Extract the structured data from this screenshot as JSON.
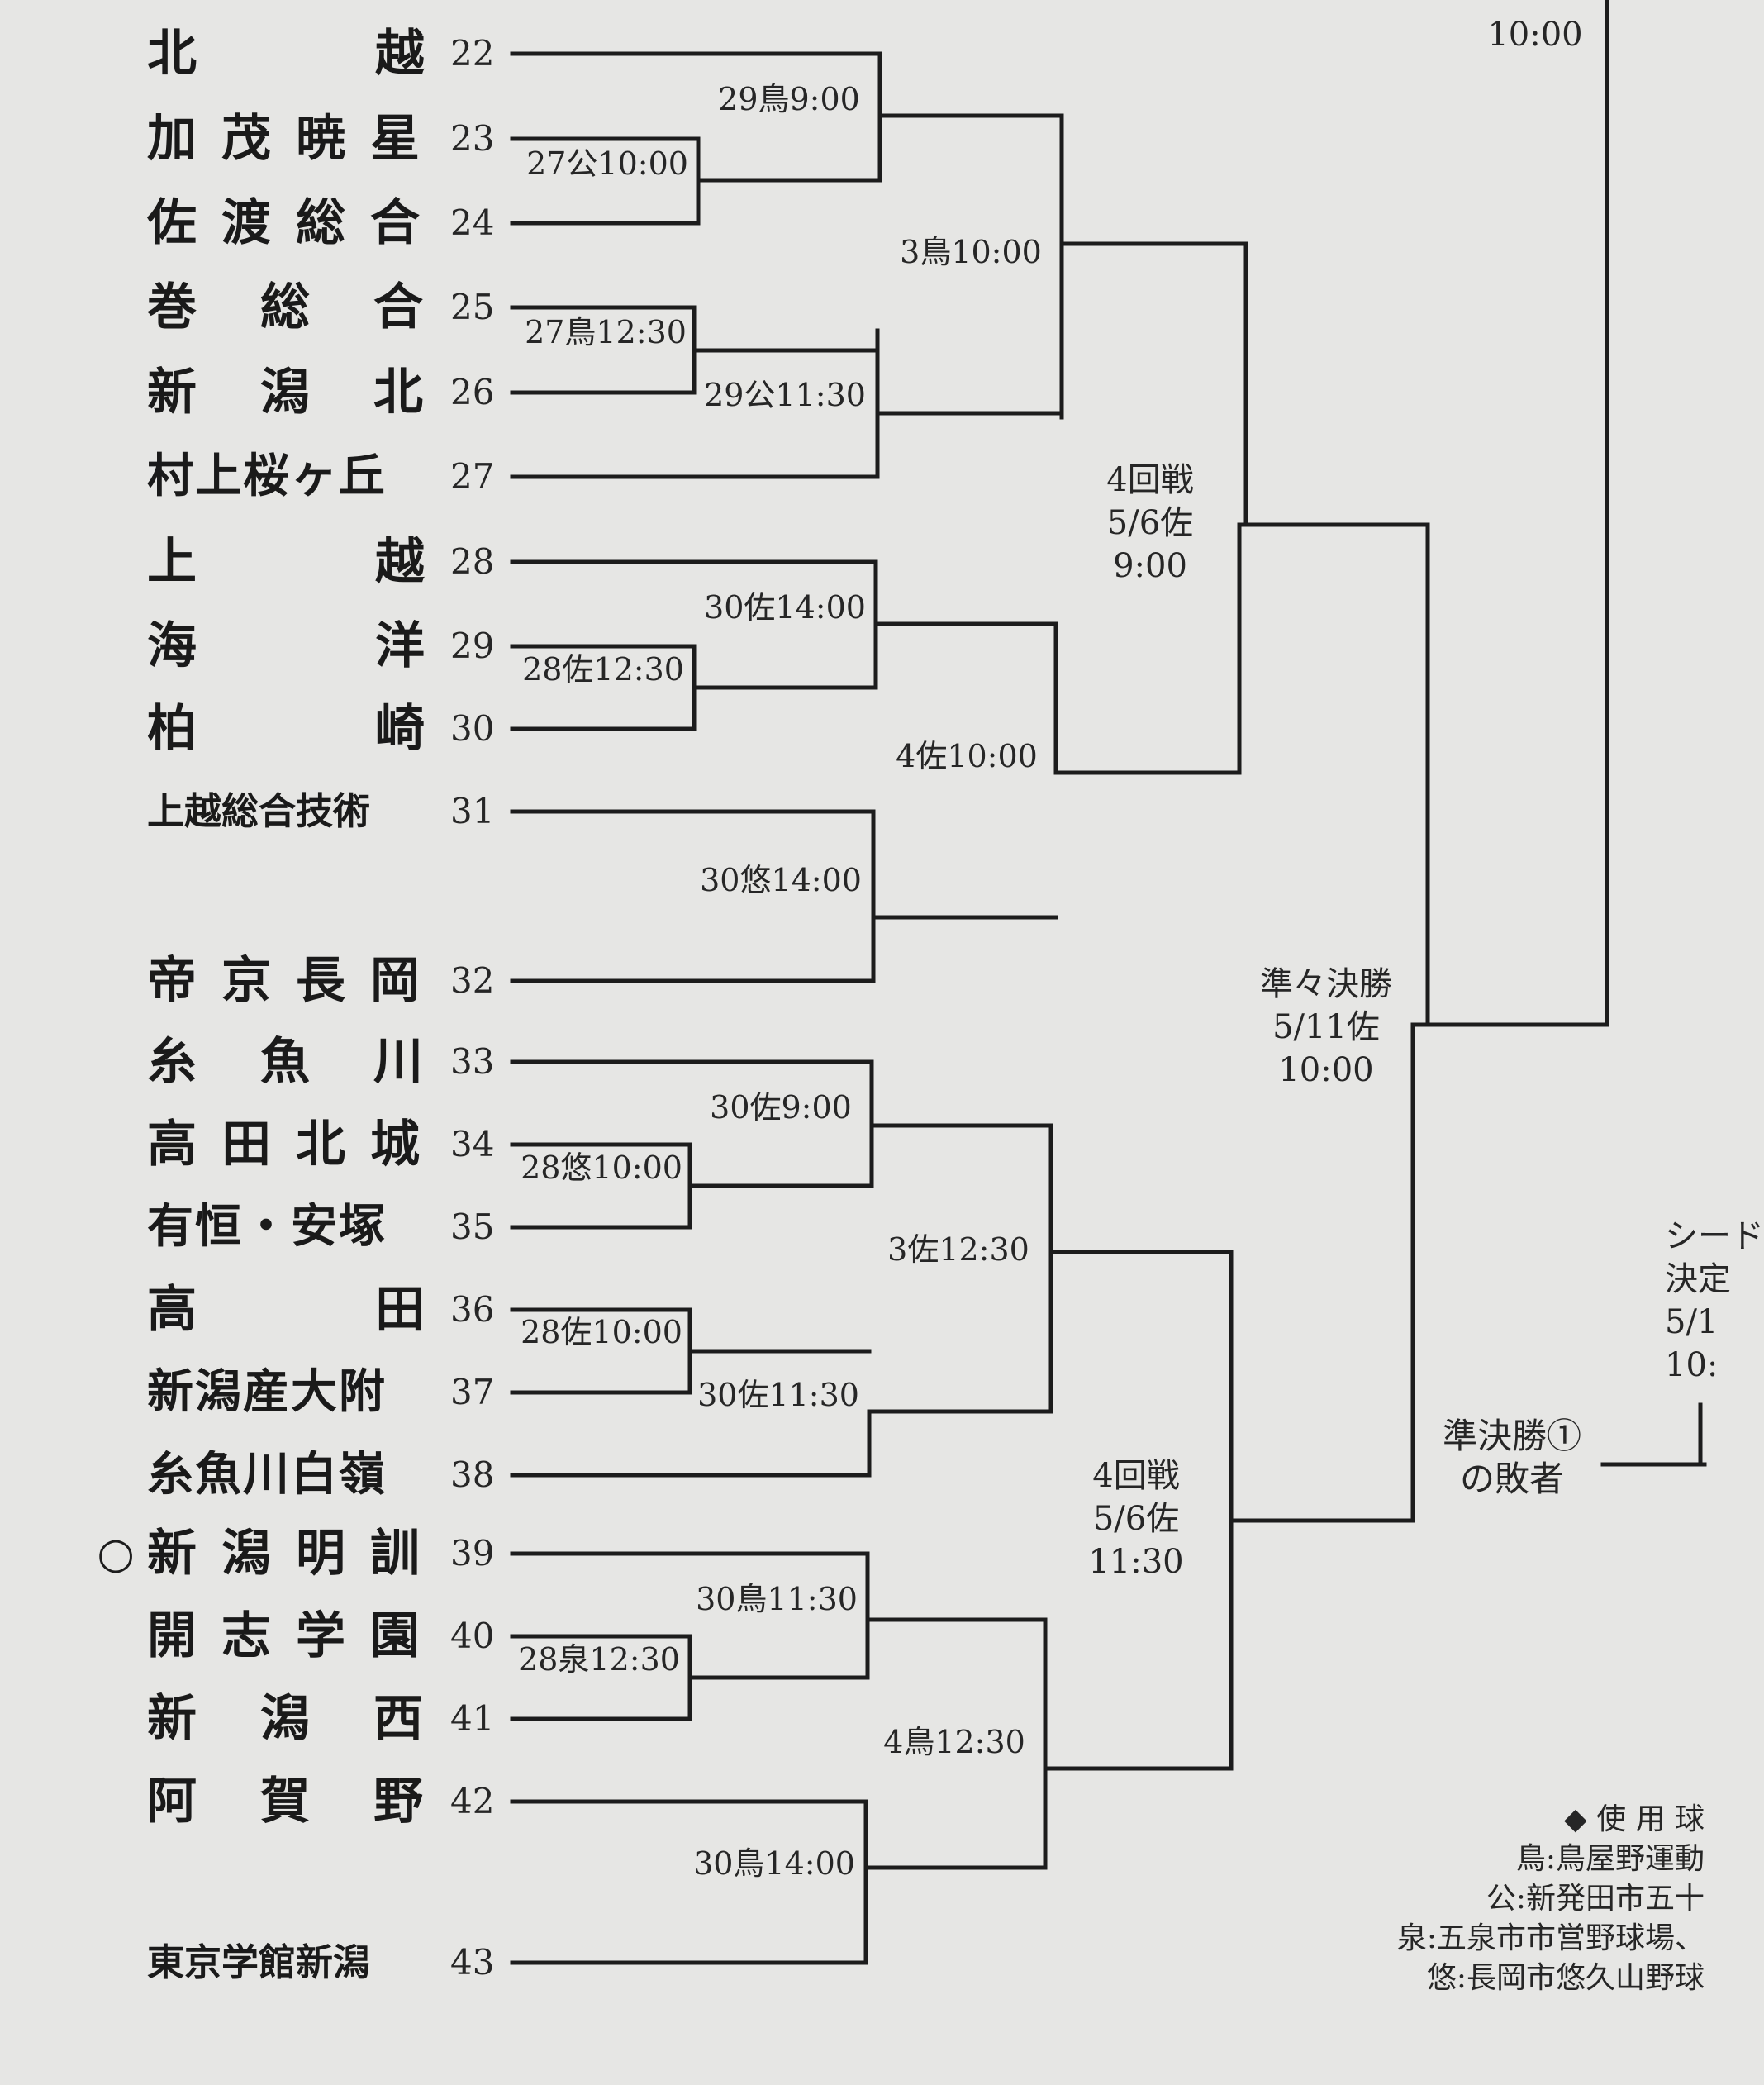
{
  "teams": [
    {
      "name": "北越",
      "seed": "22"
    },
    {
      "name": "加茂暁星",
      "seed": "23"
    },
    {
      "name": "佐渡総合",
      "seed": "24"
    },
    {
      "name": "巻総合",
      "seed": "25"
    },
    {
      "name": "新潟北",
      "seed": "26"
    },
    {
      "name": "村上桜ヶ丘",
      "seed": "27"
    },
    {
      "name": "上越",
      "seed": "28"
    },
    {
      "name": "海洋",
      "seed": "29"
    },
    {
      "name": "柏崎",
      "seed": "30"
    },
    {
      "name": "上越総合技術",
      "seed": "31"
    },
    {
      "name": "帝京長岡",
      "seed": "32"
    },
    {
      "name": "糸魚川",
      "seed": "33"
    },
    {
      "name": "高田北城",
      "seed": "34"
    },
    {
      "name": "有恒・安塚",
      "seed": "35"
    },
    {
      "name": "高田",
      "seed": "36"
    },
    {
      "name": "新潟産大附",
      "seed": "37"
    },
    {
      "name": "糸魚川白嶺",
      "seed": "38"
    },
    {
      "name": "新潟明訓",
      "seed": "39",
      "mark": "○"
    },
    {
      "name": "開志学園",
      "seed": "40"
    },
    {
      "name": "新潟西",
      "seed": "41"
    },
    {
      "name": "阿賀野",
      "seed": "42"
    },
    {
      "name": "東京学館新潟",
      "seed": "43"
    }
  ],
  "matches": [
    "27公10:00",
    "29鳥9:00",
    "27鳥12:30",
    "29公11:30",
    "3鳥10:00",
    "28佐12:30",
    "30佐14:00",
    "30悠14:00",
    "4佐10:00",
    "28悠10:00",
    "30佐9:00",
    "28佐10:00",
    "30佐11:30",
    "3佐12:30",
    "28泉12:30",
    "30鳥11:30",
    "30鳥14:00",
    "4鳥12:30"
  ],
  "rounds": {
    "r4_top": [
      "4回戦",
      "5/6佐",
      "9:00"
    ],
    "r4_bottom": [
      "4回戦",
      "5/6佐",
      "11:30"
    ],
    "qf": [
      "準々決勝",
      "5/11佐",
      "10:00"
    ],
    "top_cut": [
      "10:00"
    ],
    "seed_cut": [
      "シード",
      "決定",
      "5/1",
      "10:"
    ],
    "sf_loser": [
      "準決勝①",
      "の敗者"
    ]
  },
  "legend": {
    "heading": "◆ 使 用 球",
    "lines": [
      "鳥:鳥屋野運動",
      "公:新発田市五十",
      "泉:五泉市市営野球場、",
      "悠:長岡市悠久山野球"
    ]
  }
}
